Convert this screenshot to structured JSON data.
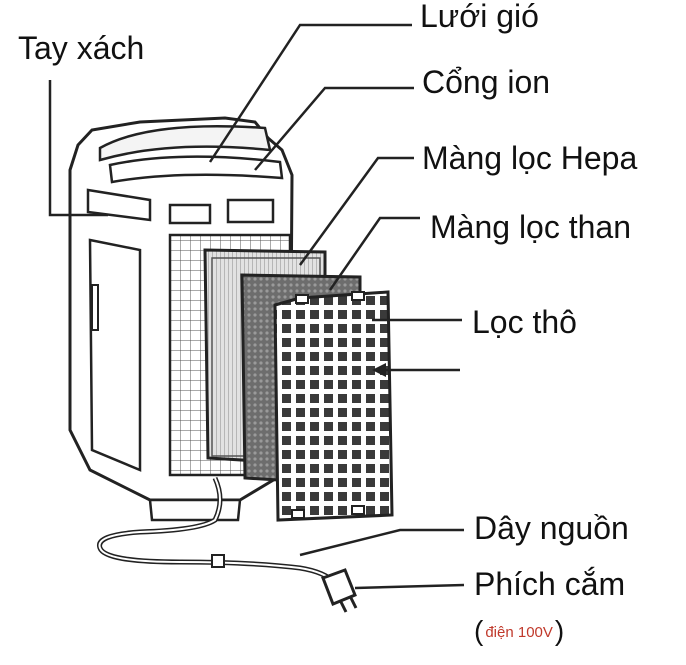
{
  "labels": {
    "handle": "Tay xách",
    "grille": "Lưới gió",
    "ion_port": "Cổng ion",
    "hepa_filter": "Màng lọc Hepa",
    "carbon_filter": "Màng lọc than",
    "pre_filter": "Lọc thô",
    "power_cord": "Dây nguồn",
    "plug": "Phích cắm",
    "note_open": "(",
    "note_text": "điện 100V",
    "note_close": ")"
  },
  "colors": {
    "line": "#222222",
    "body_fill": "#ffffff",
    "hepa_fill": "#d9d9d9",
    "carbon_fill": "#6d6d6d",
    "note_color": "#c0392b"
  }
}
